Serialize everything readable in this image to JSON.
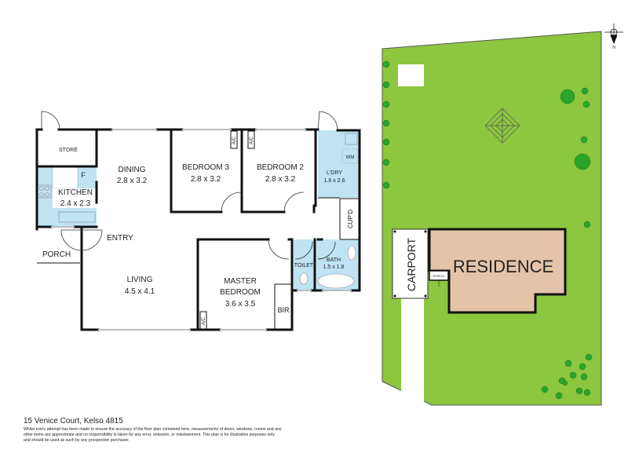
{
  "floorplan": {
    "rooms": {
      "store": "STORE",
      "dining": {
        "name": "DINING",
        "size": "2.8 x 3.2"
      },
      "bedroom3": {
        "name": "BEDROOM 3",
        "size": "2.8 x 3.2"
      },
      "bedroom2": {
        "name": "BEDROOM 2",
        "size": "2.8 x 3.2"
      },
      "laundry": {
        "name": "L'DRY",
        "size": "1.6 x 2.6"
      },
      "kitchen": {
        "name": "KITCHEN",
        "size": "2.4 x 2.3"
      },
      "fridge": "F",
      "wm": "WM",
      "cupboard": "CUP'D",
      "entry": "ENTRY",
      "porch": "PORCH",
      "living": {
        "name": "LIVING",
        "size": "4.5 x 4.1"
      },
      "master": {
        "name1": "MASTER",
        "name2": "BEDROOM",
        "size": "3.6 x 3.5"
      },
      "toilet": "TOILET",
      "bath": {
        "name": "BATH",
        "size": "1.5 x 1.8"
      },
      "bir": "BIR",
      "ac": "A/C"
    }
  },
  "siteplan": {
    "residence": "RESIDENCE",
    "carport": "CARPORT",
    "porch": "PORCH",
    "north": "N"
  },
  "colors": {
    "wet_area": "#bfe3f3",
    "lawn": "#8dc63f",
    "residence": "#e3c4a8",
    "tree": "#2aa52a"
  },
  "footer": {
    "address": "15 Venice Court, Kelso 4815",
    "disclaimer": "Whilst every attempt has been made to ensure the accuracy of the floor plan contained here, measurements of doors, windows, rooms and any other items are approximate and no responsibility is taken for any error, omission, or misstatement. This plan is for illustrative purposes only and should be used as such by any prospective purchaser."
  }
}
